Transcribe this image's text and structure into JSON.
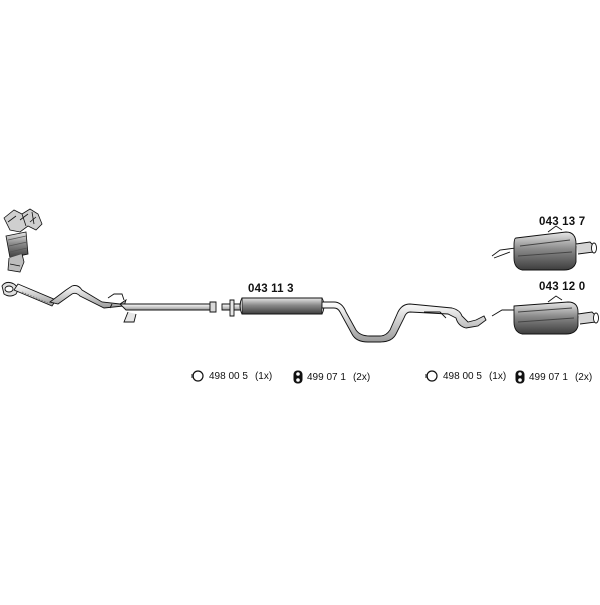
{
  "parts": {
    "middle_silencer": {
      "number": "043 11 3"
    },
    "rear_silencer_a": {
      "number": "043 13 7"
    },
    "rear_silencer_b": {
      "number": "043 12 0"
    }
  },
  "accessories": {
    "left": [
      {
        "icon": "clamp-ring-icon",
        "number": "498 00 5",
        "qty": "(1x)"
      },
      {
        "icon": "rubber-hanger-icon",
        "number": "499 07 1",
        "qty": "(2x)"
      }
    ],
    "right": [
      {
        "icon": "clamp-ring-icon",
        "number": "498 00 5",
        "qty": "(1x)"
      },
      {
        "icon": "rubber-hanger-icon",
        "number": "499 07 1",
        "qty": "(2x)"
      }
    ]
  },
  "colors": {
    "stroke": "#111111",
    "part_fill": "#6e6e6e",
    "highlight": "#d9d9d9"
  }
}
